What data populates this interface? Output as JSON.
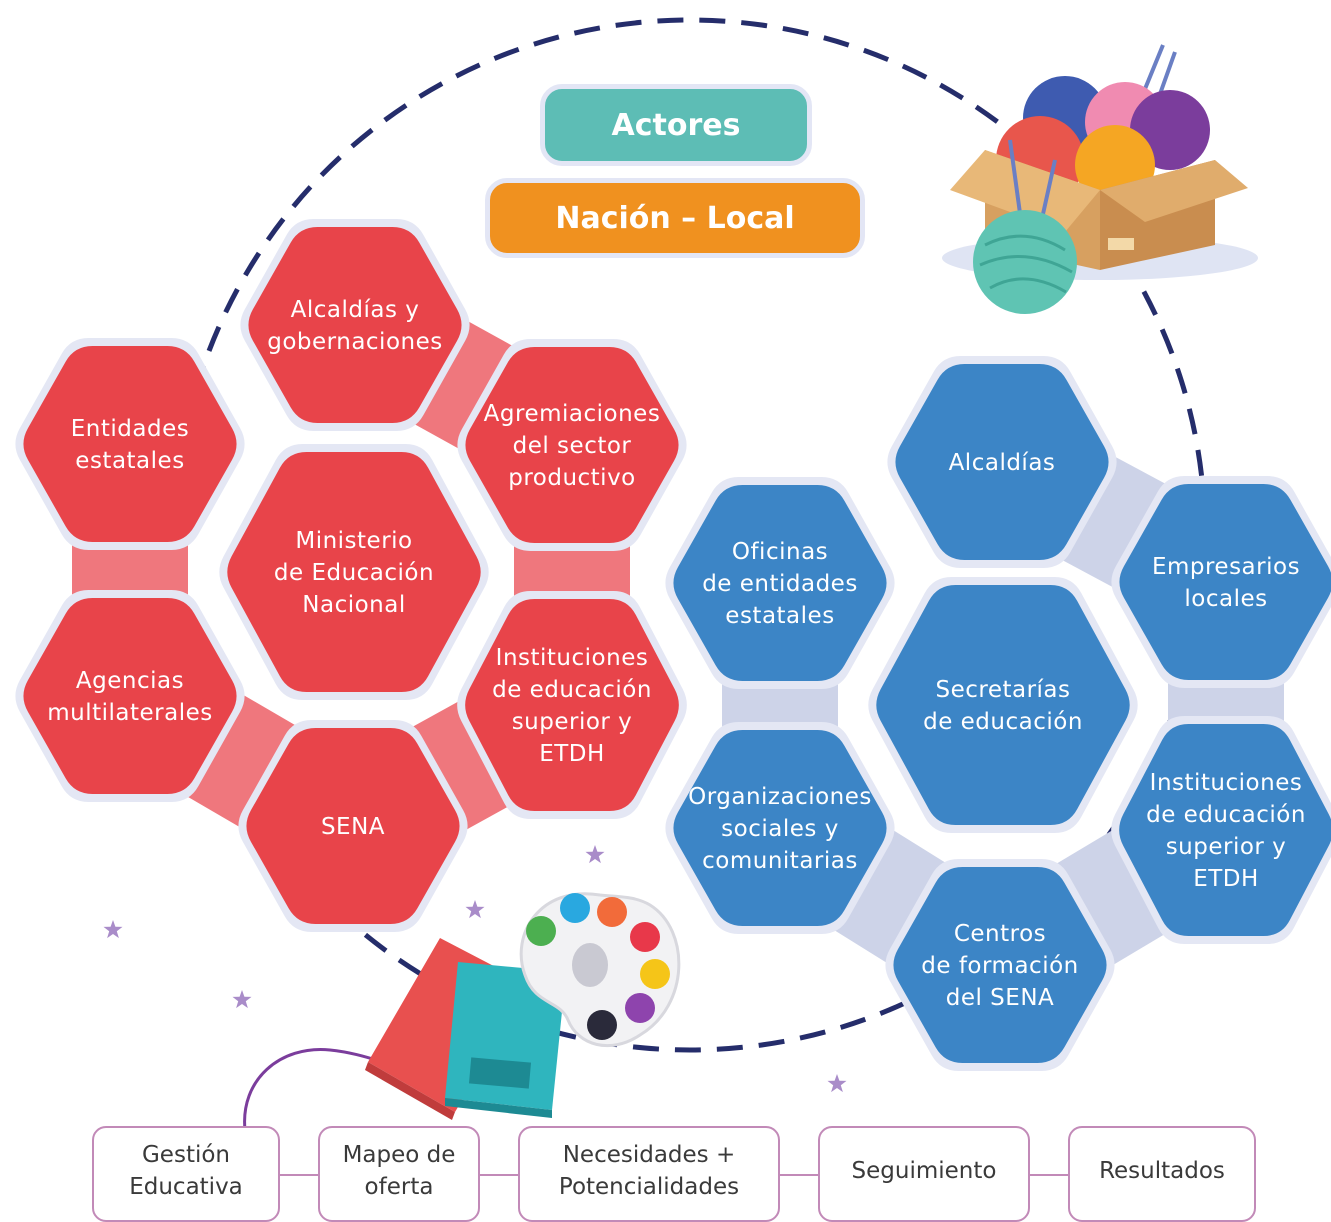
{
  "header": {
    "actores": "Actores",
    "nacion_local": "Nación – Local"
  },
  "colors": {
    "red_hex": "#e8444a",
    "blue_hex": "#3c85c6",
    "teal_pill": "#5dbdb5",
    "orange_pill": "#f0911f",
    "dashed_circle": "#252d6b",
    "step_border": "#c28ab8"
  },
  "national_actors": [
    {
      "lines": [
        "Alcaldías y",
        "gobernaciones"
      ]
    },
    {
      "lines": [
        "Entidades",
        "estatales"
      ]
    },
    {
      "lines": [
        "Agremiaciones",
        "del sector",
        "productivo"
      ]
    },
    {
      "lines": [
        "Ministerio",
        "de Educación",
        "Nacional"
      ]
    },
    {
      "lines": [
        "Agencias",
        "multilaterales"
      ]
    },
    {
      "lines": [
        "Instituciones",
        "de educación",
        "superior y",
        "ETDH"
      ]
    },
    {
      "lines": [
        "SENA"
      ]
    }
  ],
  "local_actors": [
    {
      "lines": [
        "Alcaldías"
      ]
    },
    {
      "lines": [
        "Oficinas",
        "de entidades",
        "estatales"
      ]
    },
    {
      "lines": [
        "Empresarios",
        "locales"
      ]
    },
    {
      "lines": [
        "Secretarías",
        "de educación"
      ]
    },
    {
      "lines": [
        "Organizaciones",
        "sociales y",
        "comunitarias"
      ]
    },
    {
      "lines": [
        "Instituciones",
        "de educación",
        "superior y",
        "ETDH"
      ]
    },
    {
      "lines": [
        "Centros",
        "de formación",
        "del SENA"
      ]
    }
  ],
  "steps": [
    {
      "label": "Gestión\nEducativa"
    },
    {
      "label": "Mapeo de\noferta"
    },
    {
      "label": "Necesidades +\nPotencialidades"
    },
    {
      "label": "Seguimiento"
    },
    {
      "label": "Resultados"
    }
  ],
  "decorations": [
    "yarn-box-icon",
    "books-icon",
    "paint-palette-icon",
    "star-icon"
  ]
}
